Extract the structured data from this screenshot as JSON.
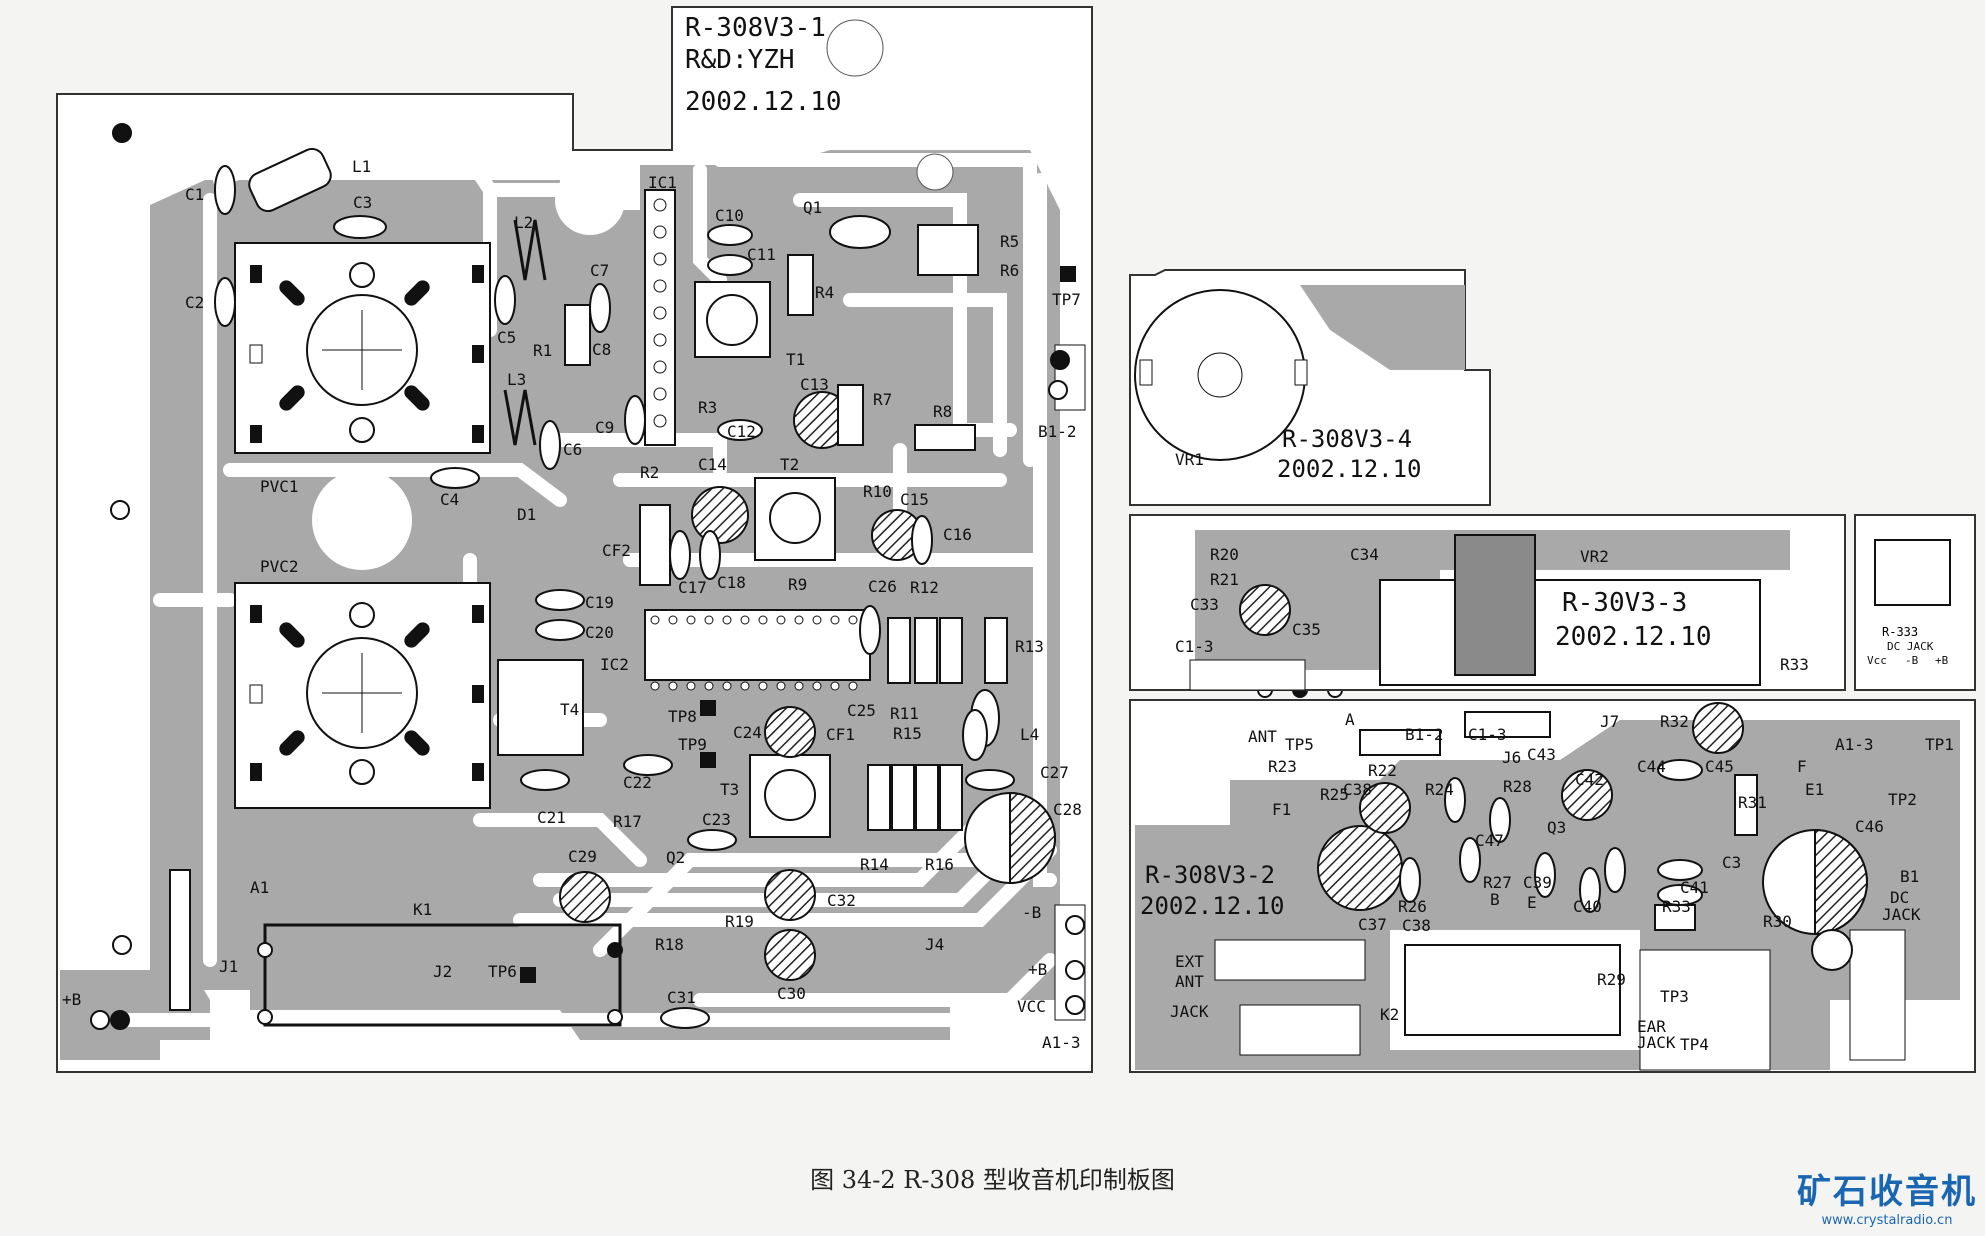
{
  "caption": "图 34-2   R-308 型收音机印制板图",
  "watermark": {
    "title": "矿石收音机",
    "url": "www.crystalradio.cn"
  },
  "colors": {
    "copper": "#a9a9a9",
    "board": "#ffffff",
    "ink": "#111111",
    "pad": "#ffffff"
  },
  "boards": {
    "main": {
      "title_lines": [
        "R-308V3-1",
        "R&D:YZH",
        "2002.12.10"
      ]
    },
    "vr1": {
      "title_lines": [
        "R-308V3-4",
        "2002.12.10"
      ]
    },
    "vr2": {
      "title_lines": [
        "R-30V3-3",
        "2002.12.10"
      ]
    },
    "sub": {
      "title_lines": [
        "R-308V3-2",
        "2002.12.10"
      ]
    },
    "dc": {
      "title_lines": [
        "R-333"
      ]
    }
  },
  "labels": {
    "L1": "L1",
    "C1": "C1",
    "C3": "C3",
    "L2": "L2",
    "C2": "C2",
    "C5": "C5",
    "R1": "R1",
    "C8": "C8",
    "L3": "L3",
    "C6": "C6",
    "C4": "C4",
    "D1": "D1",
    "PVC1": "PVC1",
    "PVC2": "PVC2",
    "C7": "C7",
    "IC1": "IC1",
    "C10": "C10",
    "C11": "C11",
    "Q1": "Q1",
    "R4": "R4",
    "R5": "R5",
    "R6": "R6",
    "TP7": "TP7",
    "T1": "T1",
    "R3": "R3",
    "C13": "C13",
    "R7": "R7",
    "R8": "R8",
    "B1-2": "B1-2",
    "C9": "C9",
    "C12": "C12",
    "R2": "R2",
    "C14": "C14",
    "T2": "T2",
    "R10": "R10",
    "C15": "C15",
    "C16": "C16",
    "CF2": "CF2",
    "C17": "C17",
    "C18": "C18",
    "R9": "R9",
    "C26": "C26",
    "R12": "R12",
    "C19": "C19",
    "C20": "C20",
    "IC2": "IC2",
    "R13": "R13",
    "T4": "T4",
    "TP8": "TP8",
    "C25": "C25",
    "R11": "R11",
    "L4": "L4",
    "C24": "C24",
    "CF1": "CF1",
    "R15": "R15",
    "TP9": "TP9",
    "C27": "C27",
    "C22": "C22",
    "T3": "T3",
    "C21": "C21",
    "C23": "C23",
    "C28": "C28",
    "R17": "R17",
    "C29": "C29",
    "Q2": "Q2",
    "R14": "R14",
    "R16": "R16",
    "A1": "A1",
    "K1": "K1",
    "R19": "R19",
    "C32": "C32",
    "R18": "R18",
    "-B": "-B",
    "J4": "J4",
    "J1": "J1",
    "J2": "J2",
    "TP6": "TP6",
    "+B": "+B",
    "C30": "C30",
    "VCC": "VCC",
    "C31": "C31",
    "A1-3": "A1-3",
    "+B2": "+B",
    "VR1": "VR1",
    "R20": "R20",
    "C34": "C34",
    "VR2": "VR2",
    "R21": "R21",
    "C33": "C33",
    "C35": "C35",
    "C1-3": "C1-3",
    "R33": "R33",
    "DCJACK": "DC  JACK",
    "Vcc": "Vcc",
    "-B2": "-B",
    "+Bx": "+B",
    "ANT": "ANT",
    "TP5": "TP5",
    "A": "A",
    "B1-2b": "B1-2",
    "C1-3b": "C1-3",
    "J7": "J7",
    "R32": "R32",
    "A1-3b": "A1-3",
    "TP1": "TP1",
    "R23": "R23",
    "J6": "J6",
    "C43": "C43",
    "C44": "C44",
    "C45": "C45",
    "F": "F",
    "E1": "E1",
    "R22": "R22",
    "R24": "R24",
    "R28": "R28",
    "C42": "C42",
    "R31": "R31",
    "TP2": "TP2",
    "F1": "F1",
    "R25": "R25",
    "C38": "C38",
    "Q3": "Q3",
    "C46": "C46",
    "C47": "C47",
    "C3b": "C3",
    "R27": "R27",
    "C39": "C39",
    "C41": "C41",
    "B1": "B1",
    "R26": "R26",
    "C37": "C37",
    "C38b": "C38",
    "B": "B",
    "E": "E",
    "C40": "C40",
    "R33b": "R33",
    "R30": "R30",
    "DCJ": "DC",
    "JACK": "JACK",
    "EXT": "EXT",
    "ANT2": "ANT",
    "JACK2": "JACK",
    "K2": "K2",
    "R29": "R29",
    "TP3": "TP3",
    "EAR": "EAR",
    "JACK3": "JACK",
    "TP4": "TP4"
  }
}
